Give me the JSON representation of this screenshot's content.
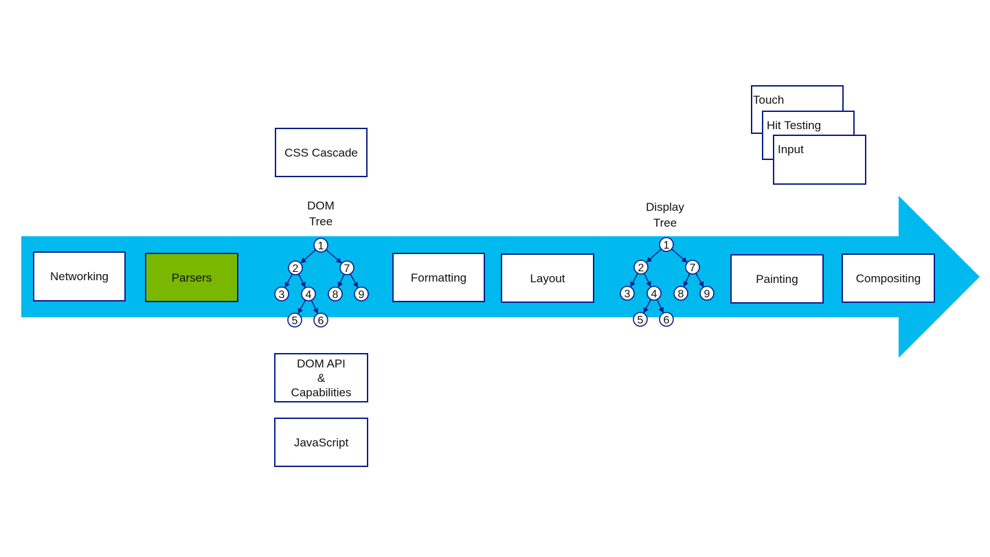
{
  "colors": {
    "pipeline_arrow": "#00b9ef",
    "box_border": "#0a1f8a",
    "highlight": "#7ab800"
  },
  "pipeline": {
    "stages": [
      {
        "label": "Networking"
      },
      {
        "label": "Parsers",
        "highlighted": true
      },
      {
        "label": "Formatting"
      },
      {
        "label": "Layout"
      },
      {
        "label": "Painting"
      },
      {
        "label": "Compositing"
      }
    ]
  },
  "dom_tree": {
    "title_line1": "DOM",
    "title_line2": "Tree",
    "nodes": [
      "1",
      "2",
      "3",
      "4",
      "5",
      "6",
      "7",
      "8",
      "9"
    ]
  },
  "display_tree": {
    "title_line1": "Display",
    "title_line2": "Tree",
    "nodes": [
      "1",
      "2",
      "3",
      "4",
      "5",
      "6",
      "7",
      "8",
      "9"
    ]
  },
  "side_boxes": {
    "css_cascade": "CSS Cascade",
    "dom_api_line1": "DOM API",
    "dom_api_line2": "&",
    "dom_api_line3": "Capabilities",
    "javascript": "JavaScript"
  },
  "input_stack": {
    "touch": "Touch",
    "hit_testing": "Hit Testing",
    "input": "Input"
  }
}
